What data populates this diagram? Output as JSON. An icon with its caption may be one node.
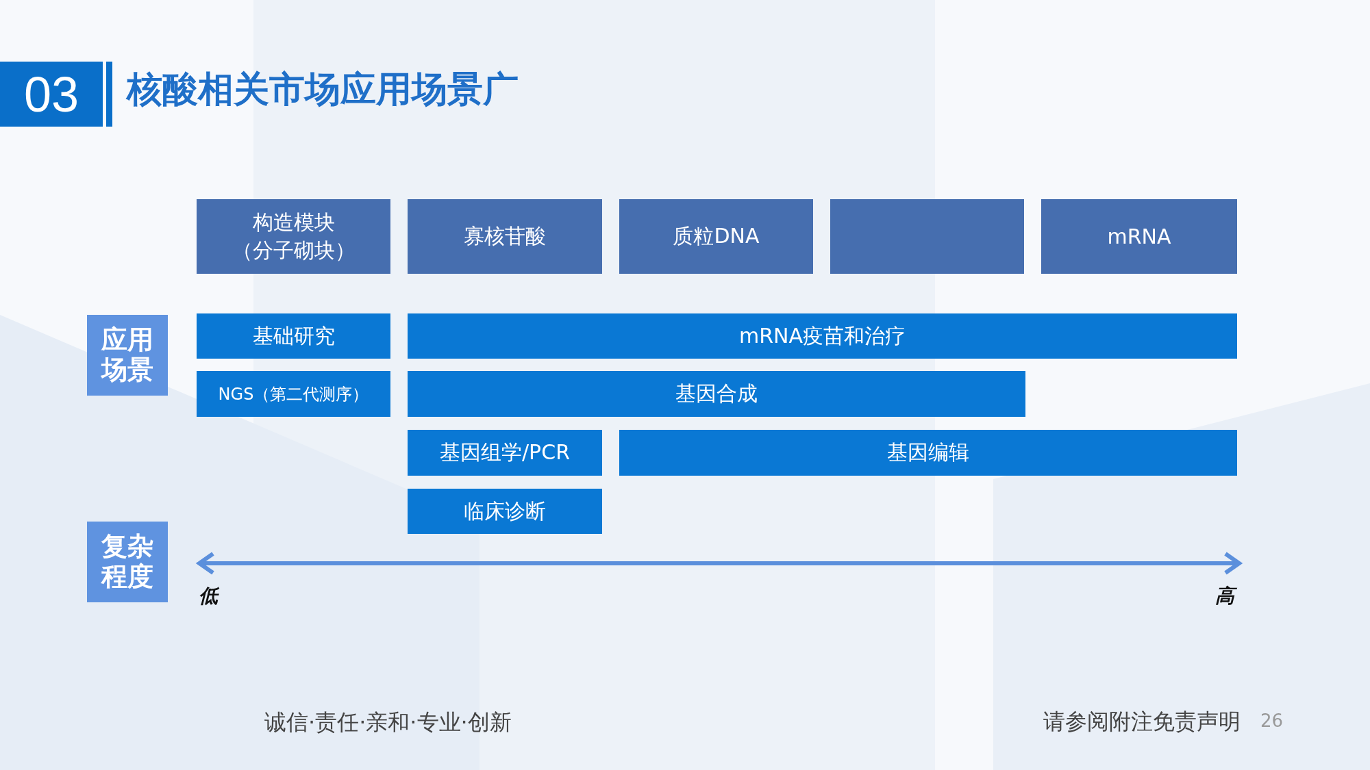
{
  "diagram": {
    "title": "核酸相关市场应用场景广",
    "nodes": [
      {
        "text": [
          "03"
        ]
      },
      {
        "text": [
          "构造模块（分子砌块）"
        ]
      },
      {
        "text": [
          "寡核苷酸"
        ]
      },
      {
        "text": [
          "质粒DNA"
        ]
      },
      {
        "text": [],
        "shape": "box"
      },
      {
        "text": [
          "mRNA"
        ]
      },
      {
        "text": [
          "应用场景"
        ]
      },
      {
        "text": [
          "基础研究"
        ]
      },
      {
        "text": [
          "mRNA疫苗和治疗"
        ]
      },
      {
        "text": [
          "NGS（第二代测序）"
        ]
      },
      {
        "text": [
          "基因合成"
        ]
      },
      {
        "text": [
          "基因组学/PCR"
        ]
      },
      {
        "text": [
          "基因编辑"
        ]
      },
      {
        "text": [
          "临床诊断"
        ]
      },
      {
        "text": [
          "复杂程度"
        ]
      }
    ],
    "edges": [],
    "labels": [
      "低",
      "高",
      "诚信·责任·亲和·专业·创新",
      "请参阅附注免责声明",
      "26"
    ]
  }
}
